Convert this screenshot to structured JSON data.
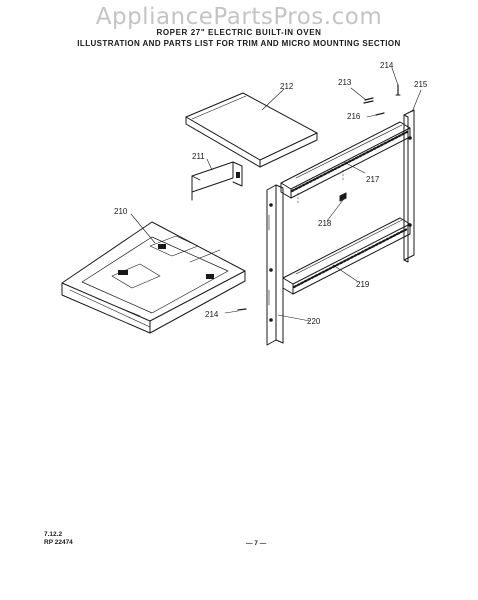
{
  "watermark": "AppliancePartsPros.com",
  "header": {
    "line1": "ROPER 27\" ELECTRIC BUILT-IN OVEN",
    "line2": "ILLUSTRATION AND PARTS LIST FOR TRIM AND MICRO MOUNTING SECTION"
  },
  "callouts": {
    "c210": "210",
    "c211": "211",
    "c212": "212",
    "c213": "213",
    "c214a": "214",
    "c214b": "214",
    "c215": "215",
    "c216": "216",
    "c217": "217",
    "c218": "218",
    "c219": "219",
    "c220": "220"
  },
  "footer": {
    "ref": "7.12.2",
    "rp": "RP 22474",
    "page": "— 7 —"
  }
}
